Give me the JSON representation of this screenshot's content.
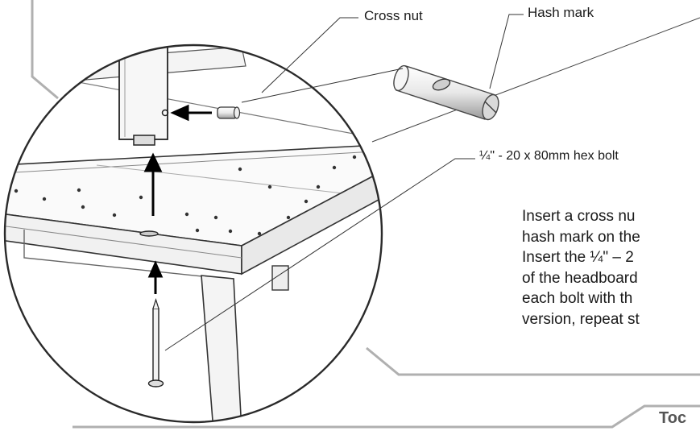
{
  "labels": {
    "cross_nut": "Cross nut",
    "hash_mark": "Hash mark",
    "hex_bolt": "¼\" - 20 x 80mm hex bolt"
  },
  "instructions": {
    "lines": [
      "Insert a cross nu",
      "hash mark on the",
      "Insert the ¼\" – 2",
      "of the headboard",
      "each bolt with th",
      "version, repeat st"
    ]
  },
  "footer": {
    "tools_label": "Toc"
  },
  "colors": {
    "line": "#555555",
    "text": "#1a1a1a",
    "frame": "#b5b5b5"
  }
}
